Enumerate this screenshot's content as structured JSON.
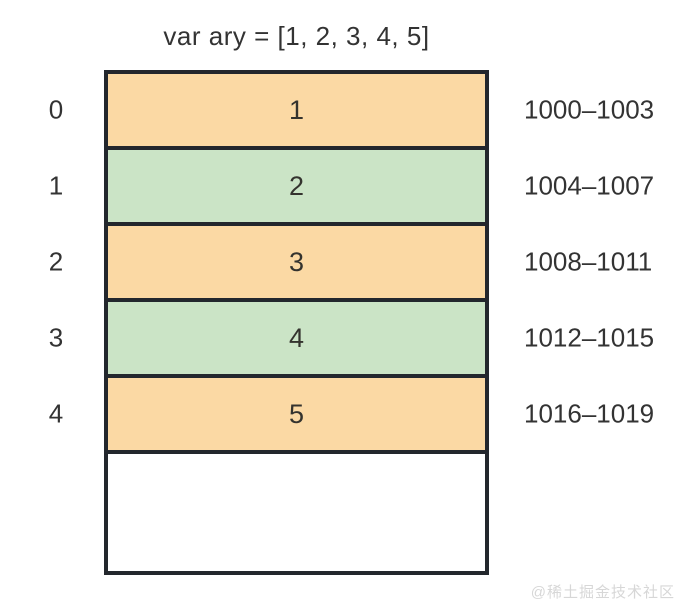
{
  "title": "var ary = [1, 2, 3, 4, 5]",
  "colors": {
    "orange": "#FBD9A4",
    "green": "#CBE4C6",
    "border": "#23272D",
    "text": "#333333",
    "watermark": "#D7D7D7"
  },
  "array": {
    "rows": [
      {
        "index": "0",
        "value": "1",
        "address": "1000–1003",
        "fill": "orange"
      },
      {
        "index": "1",
        "value": "2",
        "address": "1004–1007",
        "fill": "green"
      },
      {
        "index": "2",
        "value": "3",
        "address": "1008–1011",
        "fill": "orange"
      },
      {
        "index": "3",
        "value": "4",
        "address": "1012–1015",
        "fill": "green"
      },
      {
        "index": "4",
        "value": "5",
        "address": "1016–1019",
        "fill": "orange"
      }
    ],
    "has_empty_slot": true
  },
  "watermark": "@稀土掘金技术社区"
}
